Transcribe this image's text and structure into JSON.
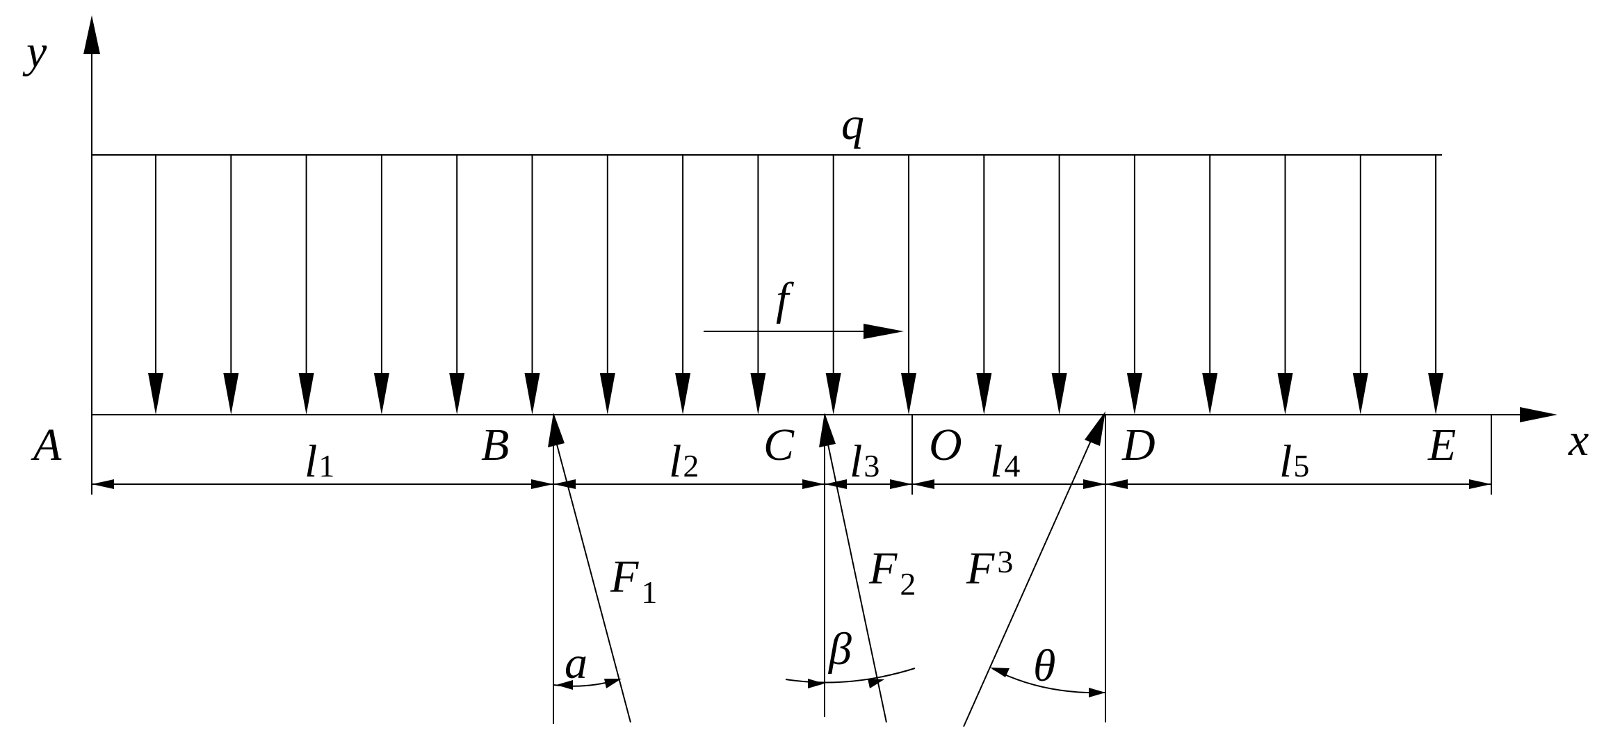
{
  "axes": {
    "x": "x",
    "y": "y"
  },
  "load": {
    "q": "q",
    "f": "f"
  },
  "points": {
    "A": "A",
    "B": "B",
    "C": "C",
    "O": "O",
    "D": "D",
    "E": "E"
  },
  "segments": [
    {
      "main": "l",
      "sub": "1"
    },
    {
      "main": "l",
      "sub": "2"
    },
    {
      "main": "l",
      "sub": "3"
    },
    {
      "main": "l",
      "sub": "4"
    },
    {
      "main": "l",
      "sub": "5"
    }
  ],
  "forces": [
    {
      "main": "F",
      "sub": "1"
    },
    {
      "main": "F",
      "sub": "2"
    },
    {
      "main": "F",
      "sub": "3"
    }
  ],
  "angles": {
    "alpha": "a",
    "beta": "β",
    "theta": "θ"
  }
}
